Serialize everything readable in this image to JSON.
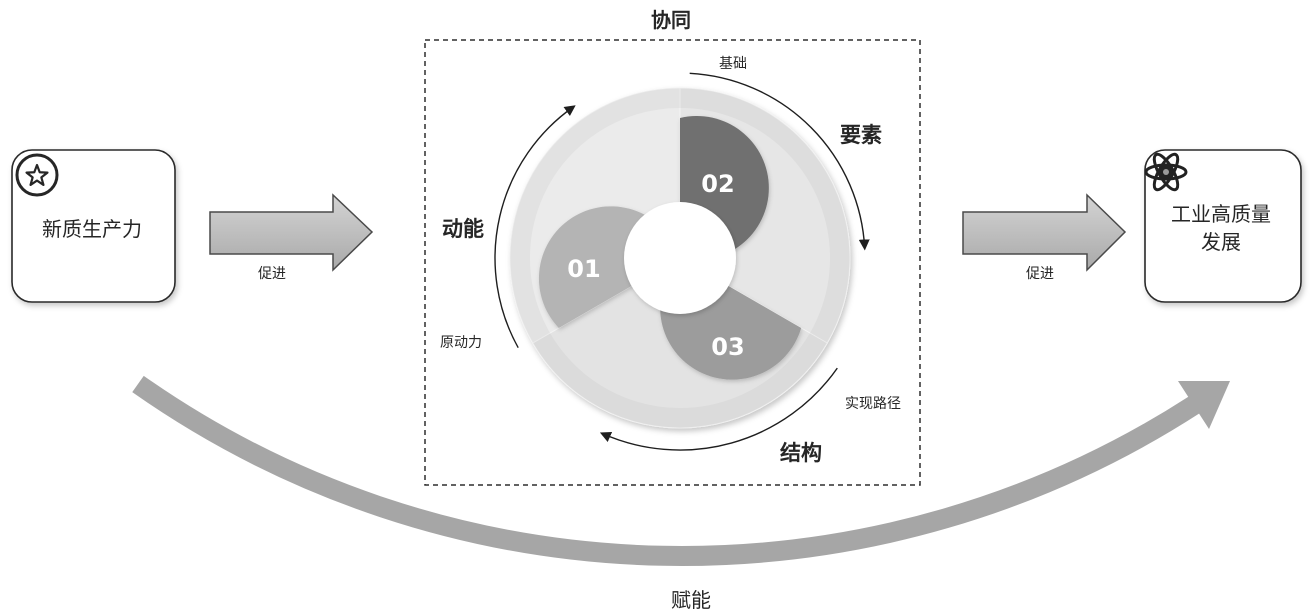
{
  "diagram": {
    "left_box": {
      "label": "新质生产力",
      "icon": "star-icon"
    },
    "left_arrow": {
      "label": "促进"
    },
    "center": {
      "title": "协同",
      "segments": [
        {
          "label": "01",
          "color": "#b4b4b4"
        },
        {
          "label": "02",
          "color": "#707070"
        },
        {
          "label": "03",
          "color": "#9c9c9c"
        }
      ],
      "annotations": {
        "foundation": "基础",
        "elements": "要素",
        "momentum": "动能",
        "driving_force": "原动力",
        "implementation_path": "实现路径",
        "structure": "结构"
      }
    },
    "right_arrow": {
      "label": "促进"
    },
    "right_box": {
      "lines": [
        "工业高质量",
        "发展"
      ],
      "icon": "atom-icon"
    },
    "bottom_arrow": {
      "label": "赋能",
      "color": "#a6a6a6"
    }
  }
}
